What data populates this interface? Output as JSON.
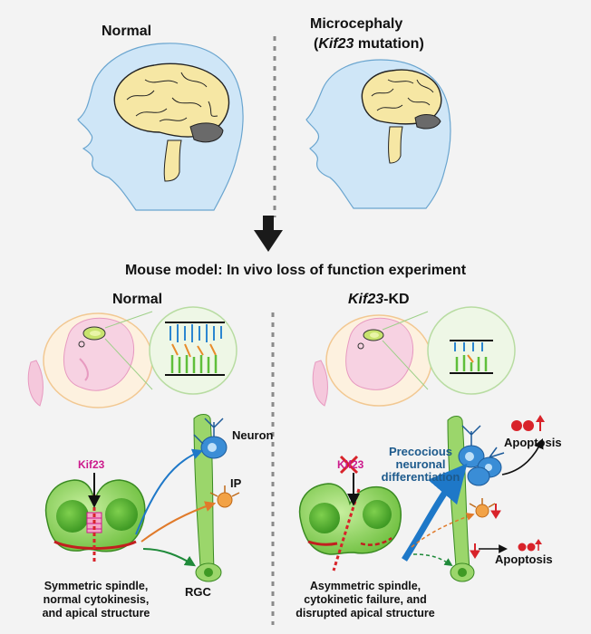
{
  "top": {
    "normal_title": "Normal",
    "micro_title_line1": "Microcephaly",
    "micro_title_gene": "Kif23",
    "micro_title_rest": " mutation)"
  },
  "model_title": "Mouse model: In vivo loss of function experiment",
  "left_panel": {
    "title": "Normal",
    "gene_label": "Kif23",
    "neuron_label": "Neuron",
    "ip_label": "IP",
    "rgc_label": "RGC",
    "caption_line1": "Symmetric spindle,",
    "caption_line2": "normal cytokinesis,",
    "caption_line3": "and apical structure"
  },
  "right_panel": {
    "title_gene": "Kif23",
    "title_suffix": "-KD",
    "gene_label": "Kif23",
    "precocious_line1": "Precocious",
    "precocious_line2": "neuronal",
    "precocious_line3": "differentiation",
    "apoptosis_top": "Apoptosis",
    "apoptosis_bottom": "Apoptosis",
    "caption_line1": "Asymmetric spindle,",
    "caption_line2": "cytokinetic failure, and",
    "caption_line3": "disrupted apical structure"
  },
  "colors": {
    "head_fill": "#cfe6f7",
    "brain_fill": "#f6e7a4",
    "cerebellum": "#6a6a6a",
    "cell_green": "#7ccb4a",
    "gene_magenta": "#cc1a8c",
    "arrow_blue": "#1e78c8",
    "dark_blue_text": "#1d5a8c",
    "red": "#d8232a",
    "divider": "#8a8a8a"
  }
}
